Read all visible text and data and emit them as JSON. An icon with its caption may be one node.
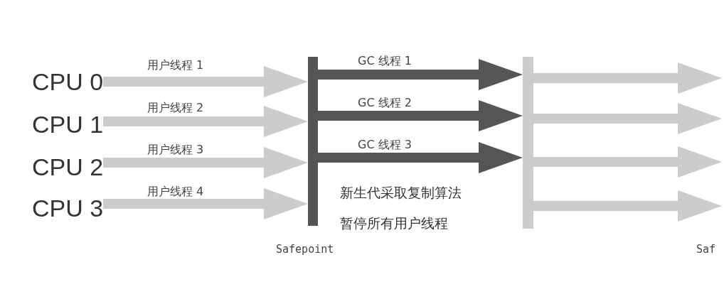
{
  "diagram": {
    "nodes": [
      {
        "text": [
          "CPU 0"
        ]
      },
      {
        "text": [
          "CPU 1"
        ]
      },
      {
        "text": [
          "CPU 2"
        ]
      },
      {
        "text": [
          "CPU 3"
        ]
      },
      {
        "text": [],
        "shape": "bar",
        "beside": [
          "Safepoint"
        ]
      },
      {
        "text": [],
        "shape": "bar"
      }
    ],
    "edges": [
      {
        "from": 0,
        "to": 4,
        "arrow": "to",
        "label": "用户线程 1"
      },
      {
        "from": 1,
        "to": 4,
        "arrow": "to",
        "label": "用户线程 2"
      },
      {
        "from": 2,
        "to": 4,
        "arrow": "to",
        "label": "用户线程 3"
      },
      {
        "from": 3,
        "to": 4,
        "arrow": "to",
        "label": "用户线程 4"
      },
      {
        "from": 4,
        "to": 5,
        "arrow": "to",
        "label": "GC 线程 1",
        "color": "#555555"
      },
      {
        "from": 4,
        "to": 5,
        "arrow": "to",
        "label": "GC 线程 2",
        "color": "#555555"
      },
      {
        "from": 4,
        "to": 5,
        "arrow": "to",
        "label": "GC 线程 3",
        "color": "#555555"
      },
      {
        "from": 5,
        "to": null,
        "arrow": "to"
      },
      {
        "from": 5,
        "to": null,
        "arrow": "to"
      },
      {
        "from": 5,
        "to": null,
        "arrow": "to"
      },
      {
        "from": 5,
        "to": null,
        "arrow": "to"
      }
    ],
    "labels": [
      "新生代采取复制算法",
      "暂停所有用户线程",
      "Saf"
    ]
  }
}
